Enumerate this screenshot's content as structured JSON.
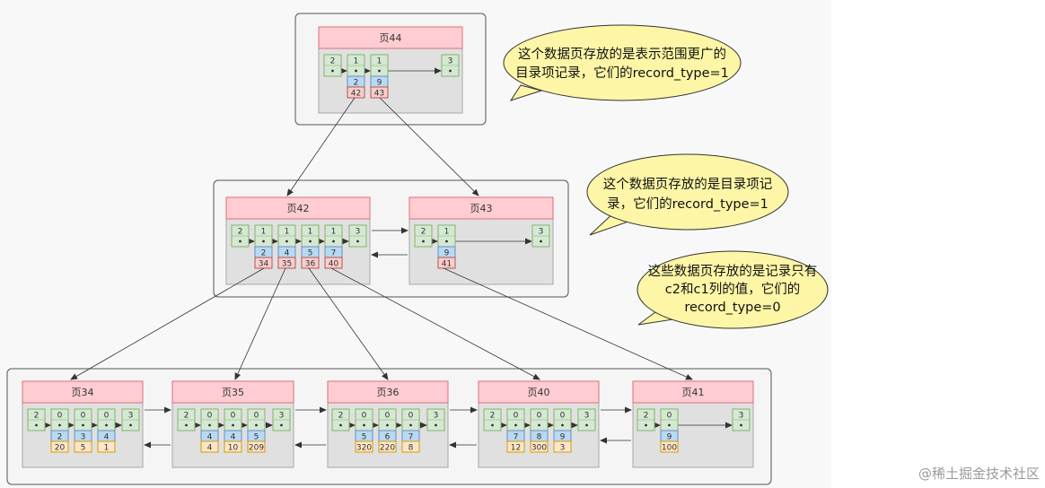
{
  "colors": {
    "background": "#ffffff",
    "canvas": "#f8f8f8",
    "group_fill": "#f5f5f5",
    "group_stroke": "#555555",
    "page_header": "#ffccd1",
    "page_header_stroke": "#d9707a",
    "page_body": "#e0e0e0",
    "page_body_stroke": "#a8a8a8",
    "record_green": "#d5e8d4",
    "record_green_stroke": "#82b366",
    "key_blue": "#b8d9f2",
    "key_blue_stroke": "#6c8ebf",
    "pointer_pink": "#f8cecc",
    "pointer_pink_stroke": "#b85450",
    "value_orange": "#ffe6c9",
    "value_orange_stroke": "#d79b00",
    "bubble_fill": "#fdf6a6",
    "bubble_stroke": "#333333",
    "arrow": "#333333"
  },
  "pages": {
    "p44": {
      "title": "页44",
      "heads": [
        "2",
        "1",
        "1",
        "3"
      ],
      "keys": [
        "2",
        "9"
      ],
      "vals": [
        "42",
        "43"
      ],
      "val_kind": "pointer"
    },
    "p42": {
      "title": "页42",
      "heads": [
        "2",
        "1",
        "1",
        "1",
        "1",
        "3"
      ],
      "keys": [
        "2",
        "4",
        "5",
        "7"
      ],
      "vals": [
        "34",
        "35",
        "36",
        "40"
      ],
      "val_kind": "pointer"
    },
    "p43": {
      "title": "页43",
      "heads": [
        "2",
        "1",
        "3"
      ],
      "keys": [
        "9"
      ],
      "vals": [
        "41"
      ],
      "val_kind": "pointer"
    },
    "p34": {
      "title": "页34",
      "heads": [
        "2",
        "0",
        "0",
        "0",
        "3"
      ],
      "keys": [
        "2",
        "3",
        "4"
      ],
      "vals": [
        "20",
        "5",
        "1"
      ],
      "val_kind": "value"
    },
    "p35": {
      "title": "页35",
      "heads": [
        "2",
        "0",
        "0",
        "0",
        "3"
      ],
      "keys": [
        "4",
        "4",
        "5"
      ],
      "vals": [
        "4",
        "10",
        "209"
      ],
      "val_kind": "value"
    },
    "p36": {
      "title": "页36",
      "heads": [
        "2",
        "0",
        "0",
        "0",
        "3"
      ],
      "keys": [
        "5",
        "6",
        "7"
      ],
      "vals": [
        "320",
        "220",
        "8"
      ],
      "val_kind": "value"
    },
    "p40": {
      "title": "页40",
      "heads": [
        "2",
        "0",
        "0",
        "0",
        "3"
      ],
      "keys": [
        "7",
        "8",
        "9"
      ],
      "vals": [
        "12",
        "300",
        "3"
      ],
      "val_kind": "value"
    },
    "p41": {
      "title": "页41",
      "heads": [
        "2",
        "0",
        "3"
      ],
      "keys": [
        "9"
      ],
      "vals": [
        "100"
      ],
      "val_kind": "value"
    }
  },
  "callouts": {
    "root": [
      "这个数据页存放的是表示范围更广的",
      "目录项记录，它们的record_type=1"
    ],
    "middle": [
      "这个数据页存放的是目录项记",
      "录，它们的record_type=1"
    ],
    "leaf": [
      "这些数据页存放的是记录只有",
      "c2和c1列的值，它们的",
      "record_type=0"
    ]
  },
  "watermark": "@稀土掘金技术社区"
}
